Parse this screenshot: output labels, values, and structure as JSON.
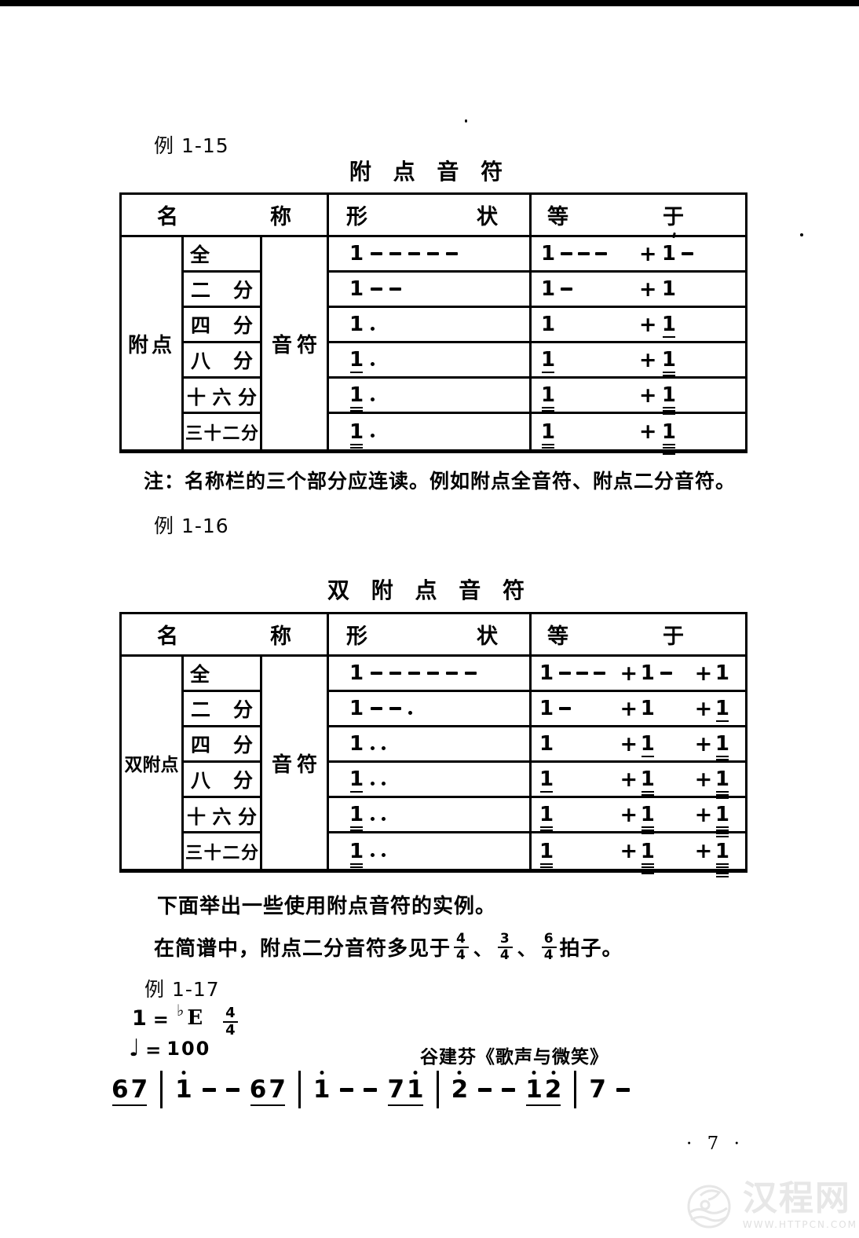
{
  "symbols": {
    "plus": "+",
    "separator": "、"
  },
  "examples": {
    "e15": "例 1-15",
    "e16": "例 1-16",
    "e17": "例 1-17"
  },
  "note_text": "注：名称栏的三个部分应连读。例如附点全音符、附点二分音符。",
  "paragraph1": "下面举出一些使用附点音符的实例。",
  "paragraph2": {
    "prefix": "在简谱中，附点二分音符多见于",
    "meters": [
      {
        "n": "4",
        "d": "4"
      },
      {
        "n": "3",
        "d": "4"
      },
      {
        "n": "6",
        "d": "4"
      }
    ],
    "suffix": "拍子。"
  },
  "tables": [
    {
      "title": "附 点 音 符",
      "header": [
        "名称",
        "形状",
        "等于"
      ],
      "group_label": "附点",
      "suffix_label": "音符",
      "rows": [
        {
          "name": "全",
          "shape": [
            "1",
            "-",
            "-",
            "-",
            "-",
            "-"
          ],
          "eq": [
            [
              "1",
              "-",
              "-",
              "-"
            ],
            [
              "1",
              "-"
            ]
          ]
        },
        {
          "name": "二分",
          "shape": [
            "1",
            "-",
            "-"
          ],
          "eq": [
            [
              "1",
              "-"
            ],
            [
              "1"
            ]
          ]
        },
        {
          "name": "四分",
          "shape": [
            "1",
            "."
          ],
          "eq": [
            [
              "1"
            ],
            [
              "1u1"
            ]
          ]
        },
        {
          "name": "八分",
          "shape": [
            "1u1",
            "."
          ],
          "eq": [
            [
              "1u1"
            ],
            [
              "1u2"
            ]
          ]
        },
        {
          "name": "十六分",
          "shape": [
            "1u2",
            "."
          ],
          "eq": [
            [
              "1u2"
            ],
            [
              "1u3"
            ]
          ]
        },
        {
          "name": "三十二分",
          "shape": [
            "1u3",
            "."
          ],
          "eq": [
            [
              "1u3"
            ],
            [
              "1u4"
            ]
          ]
        }
      ]
    },
    {
      "title": "双 附 点 音 符",
      "header": [
        "名称",
        "形状",
        "等于"
      ],
      "group_label": "双附点",
      "suffix_label": "音符",
      "rows": [
        {
          "name": "全",
          "shape": [
            "1",
            "-",
            "-",
            "-",
            "-",
            "-",
            "-"
          ],
          "eq": [
            [
              "1",
              "-",
              "-",
              "-"
            ],
            [
              "1",
              "-"
            ],
            [
              "1"
            ]
          ]
        },
        {
          "name": "二分",
          "shape": [
            "1",
            "-",
            "-",
            "."
          ],
          "eq": [
            [
              "1",
              "-"
            ],
            [
              "1"
            ],
            [
              "1u1"
            ]
          ]
        },
        {
          "name": "四分",
          "shape": [
            "1",
            ".",
            "."
          ],
          "eq": [
            [
              "1"
            ],
            [
              "1u1"
            ],
            [
              "1u2"
            ]
          ]
        },
        {
          "name": "八分",
          "shape": [
            "1u1",
            ".",
            "."
          ],
          "eq": [
            [
              "1u1"
            ],
            [
              "1u2"
            ],
            [
              "1u3"
            ]
          ]
        },
        {
          "name": "十六分",
          "shape": [
            "1u2",
            ".",
            "."
          ],
          "eq": [
            [
              "1u2"
            ],
            [
              "1u3"
            ],
            [
              "1u4"
            ]
          ]
        },
        {
          "name": "三十二分",
          "shape": [
            "1u3",
            ".",
            "."
          ],
          "eq": [
            [
              "1u3"
            ],
            [
              "1u4"
            ],
            [
              "1u5"
            ]
          ]
        }
      ]
    }
  ],
  "melody": {
    "key_line": {
      "tonic": "1",
      "equals": "=",
      "flat": "♭",
      "key": "E",
      "meter": {
        "n": "4",
        "d": "4"
      }
    },
    "tempo": {
      "note": "♩",
      "equals": "=",
      "value": "100"
    },
    "credit": "谷建芬《歌声与微笑》",
    "tokens": [
      {
        "beam": [
          "6",
          "7"
        ]
      },
      {
        "bar": true
      },
      {
        "note": "1",
        "hi": true
      },
      {
        "dash": true
      },
      {
        "dash": true
      },
      {
        "beam": [
          "6",
          "7"
        ]
      },
      {
        "bar": true
      },
      {
        "note": "1",
        "hi": true
      },
      {
        "dash": true
      },
      {
        "dash": true
      },
      {
        "beam": [
          "7",
          "1h"
        ]
      },
      {
        "bar": true
      },
      {
        "note": "2",
        "hi": true
      },
      {
        "dash": true
      },
      {
        "dash": true
      },
      {
        "beam": [
          "1h",
          "2h"
        ]
      },
      {
        "bar": true
      },
      {
        "note": "7"
      },
      {
        "dash": true
      }
    ]
  },
  "page_number": "· 7 ·",
  "watermark": {
    "name": "汉程网",
    "url": "WWW.HTTPCN.COM"
  }
}
